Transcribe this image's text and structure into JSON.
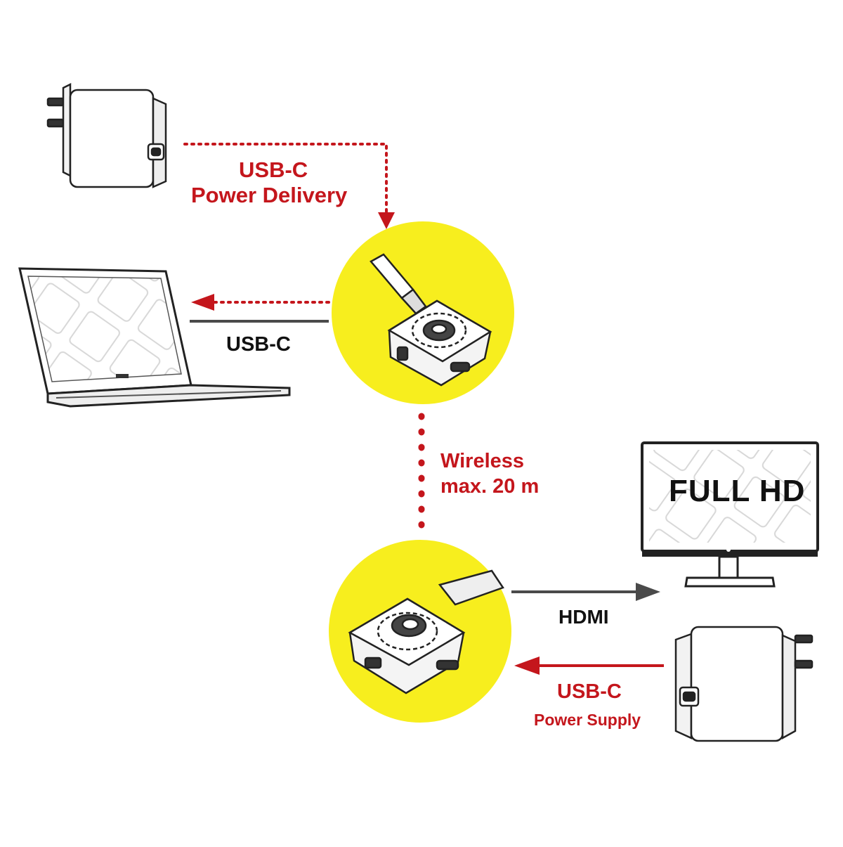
{
  "labels": {
    "power_delivery_line1": "USB-C",
    "power_delivery_line2": "Power Delivery",
    "laptop_connection": "USB-C",
    "wireless_line1": "Wireless",
    "wireless_line2": "max. 20 m",
    "display_caption": "FULL HD",
    "hdmi_connection": "HDMI",
    "power_supply_line1": "USB-C",
    "power_supply_line2": "Power Supply"
  },
  "colors": {
    "accent_red": "#c4161c",
    "highlight_yellow": "#f7ee1e",
    "connection_gray": "#4a4a4a"
  },
  "icons": [
    "power-adapter-icon",
    "laptop-icon",
    "transmitter-dongle-icon",
    "receiver-dongle-icon",
    "monitor-icon"
  ]
}
